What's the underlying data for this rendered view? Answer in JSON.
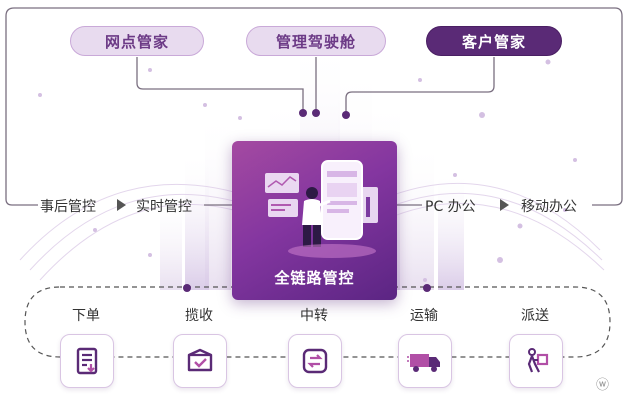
{
  "top_roles": [
    "网点管家",
    "管理驾驶舱",
    "客户管家"
  ],
  "left_flow": [
    "事后管控",
    "实时管控"
  ],
  "right_flow": [
    "PC 办公",
    "移动办公"
  ],
  "center": {
    "title": "全链路管控"
  },
  "steps": [
    {
      "label": "下单",
      "icon": "order-list-icon"
    },
    {
      "label": "揽收",
      "icon": "package-check-icon"
    },
    {
      "label": "中转",
      "icon": "transfer-arrows-icon"
    },
    {
      "label": "运输",
      "icon": "truck-icon"
    },
    {
      "label": "派送",
      "icon": "courier-delivery-icon"
    }
  ],
  "watermark": "ⓦ",
  "colors": {
    "primary": "#5a2a76",
    "accent": "#b14fa6",
    "pill_light": "#e8dbef",
    "line": "#7a6f80"
  }
}
